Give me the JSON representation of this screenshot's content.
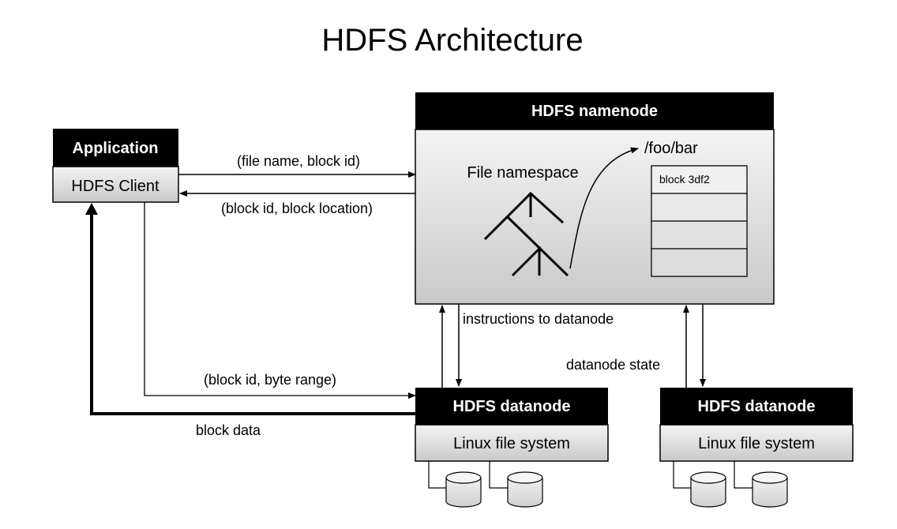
{
  "title": "HDFS Architecture",
  "application": {
    "header": "Application",
    "client_label": "HDFS Client"
  },
  "namenode": {
    "header": "HDFS namenode",
    "namespace_label": "File namespace",
    "path_label": "/foo/bar",
    "block_label": "block 3df2"
  },
  "datanodes": [
    {
      "header": "HDFS datanode",
      "fs_label": "Linux file system"
    },
    {
      "header": "HDFS datanode",
      "fs_label": "Linux file system"
    }
  ],
  "edges": {
    "file_request": "(file name, block id)",
    "location_reply": "(block id, block location)",
    "instructions": "instructions to datanode",
    "state": "datanode state",
    "byte_range": "(block id, byte range)",
    "block_data": "block data"
  }
}
